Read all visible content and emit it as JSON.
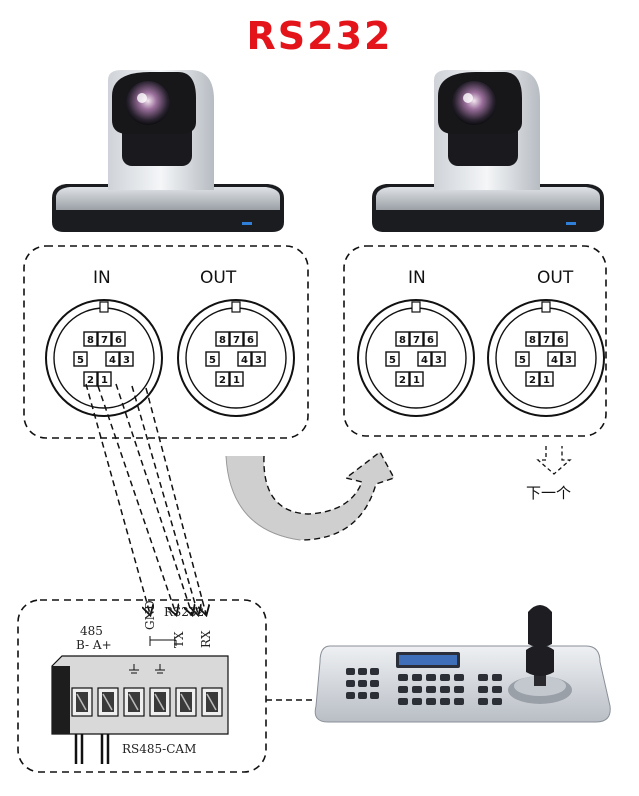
{
  "title": "RS232",
  "cameras": [
    {
      "in_label": "IN",
      "out_label": "OUT"
    },
    {
      "in_label": "IN",
      "out_label": "OUT"
    }
  ],
  "din_pins": {
    "row1": [
      "8",
      "7",
      "6"
    ],
    "row2": [
      "5",
      "4",
      "3"
    ],
    "row3": [
      "2",
      "1"
    ]
  },
  "next_label": "下一个",
  "terminal": {
    "rs485_label": "485",
    "rs485_pins": "B- A+",
    "gnd": "GND",
    "tx": "TX",
    "rx": "RX",
    "rs232_label": "RS232",
    "block_label": "RS485-CAM"
  },
  "colors": {
    "title": "#e4141b",
    "arrow_fill": "#c9c9c9"
  }
}
